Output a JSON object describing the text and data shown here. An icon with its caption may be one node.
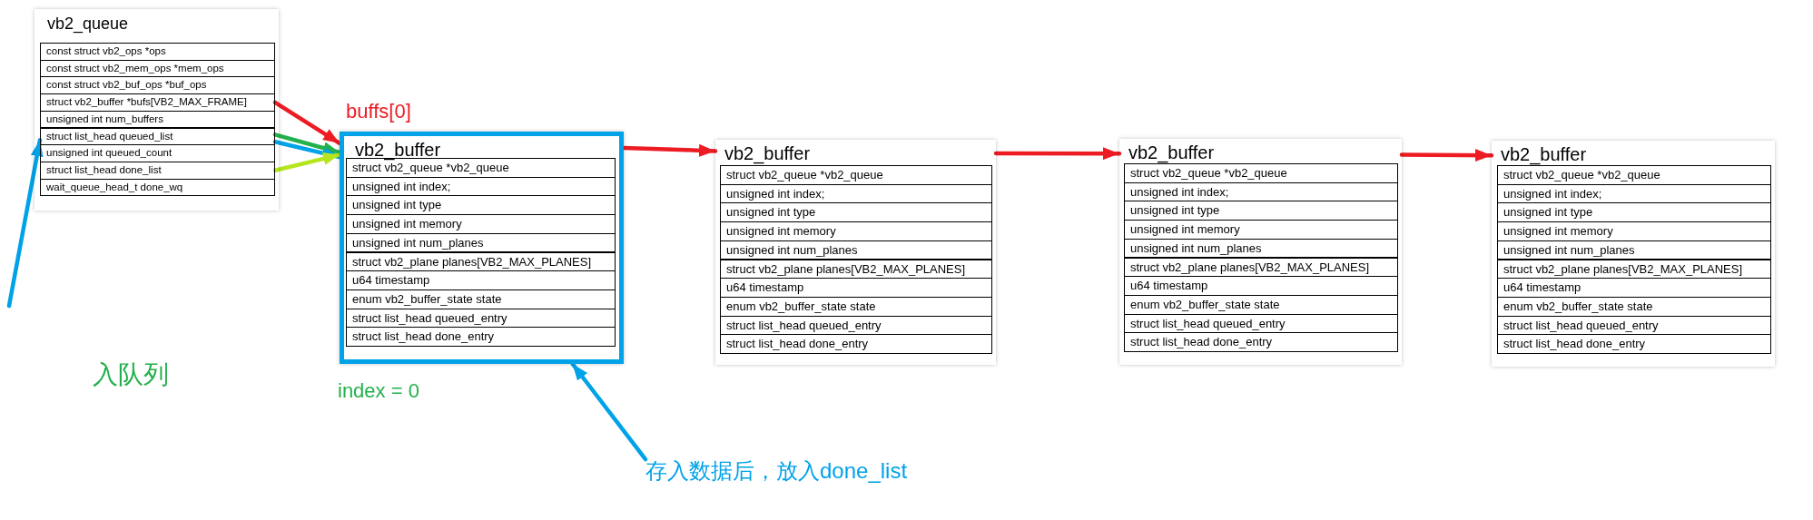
{
  "diagram": {
    "nodes": [
      {
        "text": [
          "vb2_queue"
        ]
      },
      {
        "text": [
          "const struct vb2_ops *ops"
        ],
        "in": 0
      },
      {
        "text": [
          "const struct vb2_mem_ops *mem_ops"
        ],
        "in": 0
      },
      {
        "text": [
          "const struct vb2_buf_ops *buf_ops"
        ],
        "in": 0
      },
      {
        "text": [
          "struct vb2_buffer *bufs[VB2_MAX_FRAME]"
        ],
        "in": 0
      },
      {
        "text": [
          "unsigned int num_buffers"
        ],
        "in": 0
      },
      {
        "text": [
          "struct list_head queued_list"
        ],
        "in": 0
      },
      {
        "text": [
          "unsigned int queued_count"
        ],
        "in": 0
      },
      {
        "text": [
          "struct list_head done_list"
        ],
        "in": 0
      },
      {
        "text": [
          "wait_queue_head_t done_wq"
        ],
        "in": 0
      },
      {
        "text": [
          "vb2_buffer"
        ],
        "beside": [
          "index = 0"
        ]
      },
      {
        "text": [
          "struct vb2_queue *vb2_queue"
        ],
        "in": 10
      },
      {
        "text": [
          "unsigned int index;"
        ],
        "in": 10
      },
      {
        "text": [
          "unsigned int type"
        ],
        "in": 10
      },
      {
        "text": [
          "unsigned int memory"
        ],
        "in": 10
      },
      {
        "text": [
          "unsigned int num_planes"
        ],
        "in": 10
      },
      {
        "text": [
          "struct vb2_plane planes[VB2_MAX_PLANES]"
        ],
        "in": 10
      },
      {
        "text": [
          "u64 timestamp"
        ],
        "in": 10
      },
      {
        "text": [
          "enum vb2_buffer_state state"
        ],
        "in": 10
      },
      {
        "text": [
          "struct list_head queued_entry"
        ],
        "in": 10
      },
      {
        "text": [
          "struct list_head done_entry"
        ],
        "in": 10
      },
      {
        "text": [
          "vb2_buffer"
        ]
      },
      {
        "text": [
          "struct vb2_queue *vb2_queue"
        ],
        "in": 21
      },
      {
        "text": [
          "unsigned int index;"
        ],
        "in": 21
      },
      {
        "text": [
          "unsigned int type"
        ],
        "in": 21
      },
      {
        "text": [
          "unsigned int memory"
        ],
        "in": 21
      },
      {
        "text": [
          "unsigned int num_planes"
        ],
        "in": 21
      },
      {
        "text": [
          "struct vb2_plane planes[VB2_MAX_PLANES]"
        ],
        "in": 21
      },
      {
        "text": [
          "u64 timestamp"
        ],
        "in": 21
      },
      {
        "text": [
          "enum vb2_buffer_state state"
        ],
        "in": 21
      },
      {
        "text": [
          "struct list_head queued_entry"
        ],
        "in": 21
      },
      {
        "text": [
          "struct list_head done_entry"
        ],
        "in": 21
      },
      {
        "text": [
          "vb2_buffer"
        ]
      },
      {
        "text": [
          "struct vb2_queue *vb2_queue"
        ],
        "in": 32
      },
      {
        "text": [
          "unsigned int index;"
        ],
        "in": 32
      },
      {
        "text": [
          "unsigned int type"
        ],
        "in": 32
      },
      {
        "text": [
          "unsigned int memory"
        ],
        "in": 32
      },
      {
        "text": [
          "unsigned int num_planes"
        ],
        "in": 32
      },
      {
        "text": [
          "struct vb2_plane planes[VB2_MAX_PLANES]"
        ],
        "in": 32
      },
      {
        "text": [
          "u64 timestamp"
        ],
        "in": 32
      },
      {
        "text": [
          "enum vb2_buffer_state state"
        ],
        "in": 32
      },
      {
        "text": [
          "struct list_head queued_entry"
        ],
        "in": 32
      },
      {
        "text": [
          "struct list_head done_entry"
        ],
        "in": 32
      },
      {
        "text": [
          "vb2_buffer"
        ]
      },
      {
        "text": [
          "struct vb2_queue *vb2_queue"
        ],
        "in": 43
      },
      {
        "text": [
          "unsigned int index;"
        ],
        "in": 43
      },
      {
        "text": [
          "unsigned int type"
        ],
        "in": 43
      },
      {
        "text": [
          "unsigned int memory"
        ],
        "in": 43
      },
      {
        "text": [
          "unsigned int num_planes"
        ],
        "in": 43
      },
      {
        "text": [
          "struct vb2_plane planes[VB2_MAX_PLANES]"
        ],
        "in": 43
      },
      {
        "text": [
          "u64 timestamp"
        ],
        "in": 43
      },
      {
        "text": [
          "enum vb2_buffer_state state"
        ],
        "in": 43
      },
      {
        "text": [
          "struct list_head queued_entry"
        ],
        "in": 43
      },
      {
        "text": [
          "struct list_head done_entry"
        ],
        "in": 43
      },
      {
        "text": [
          "存入数据后，放入done_list"
        ]
      }
    ],
    "edges": [
      {
        "from": 4,
        "to": 10,
        "arrow": "to",
        "label": "buffs[0]"
      },
      {
        "from": 6,
        "to": 10,
        "arrow": "to",
        "color": "#22b14c"
      },
      {
        "from": 6,
        "to": 10,
        "arrow": "to",
        "color": "#00a2e8"
      },
      {
        "from": 8,
        "to": 10,
        "arrow": "to",
        "color": "#b5e61d"
      },
      {
        "from": 10,
        "to": 21,
        "arrow": "to"
      },
      {
        "from": 21,
        "to": 32,
        "arrow": "to"
      },
      {
        "from": 32,
        "to": 43,
        "arrow": "to"
      },
      {
        "from": null,
        "to": 6,
        "arrow": "to",
        "color": "#00a2e8"
      },
      {
        "from": 54,
        "to": 10,
        "arrow": "to",
        "color": "#00a2e8"
      }
    ],
    "labels": [
      "入队列"
    ]
  }
}
